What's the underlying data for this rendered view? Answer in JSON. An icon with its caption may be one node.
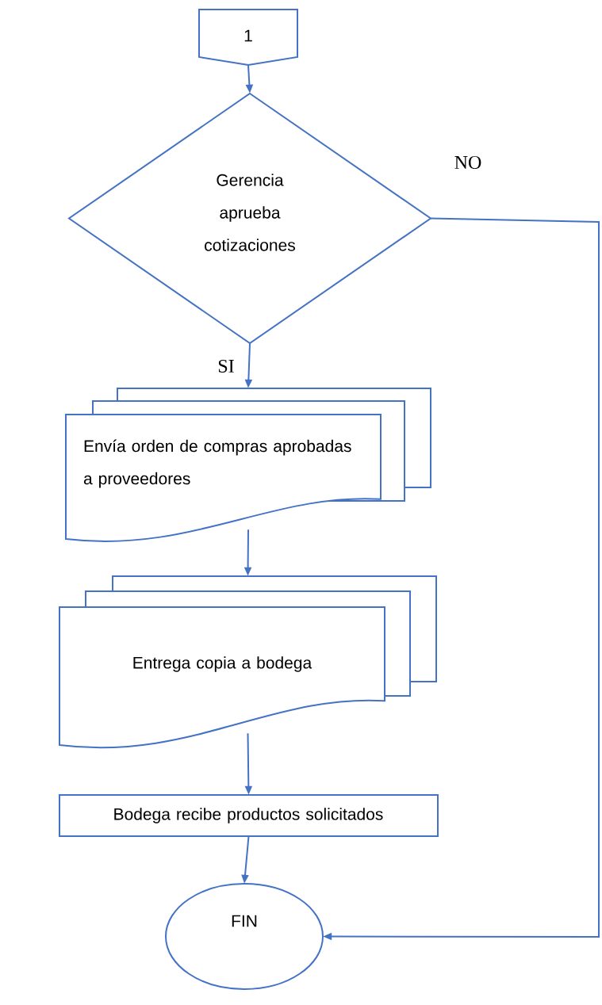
{
  "diagram": {
    "nodes": [
      {
        "text": [
          "1"
        ]
      },
      {
        "text": [
          "Gerencia aprueba cotizaciones"
        ]
      },
      {
        "text": [
          "Envía orden de compras aprobadas a proveedores"
        ]
      },
      {
        "text": [
          "Entrega copia a bodega"
        ]
      },
      {
        "text": [
          "Bodega recibe productos solicitados"
        ]
      },
      {
        "text": [
          "FIN"
        ]
      }
    ],
    "edges": [
      {
        "from": 0,
        "to": 1,
        "arrow": "to"
      },
      {
        "from": 1,
        "to": 2,
        "arrow": "to",
        "label": "SI"
      },
      {
        "from": 2,
        "to": 3,
        "arrow": "to"
      },
      {
        "from": 3,
        "to": 4,
        "arrow": "to"
      },
      {
        "from": 4,
        "to": 5,
        "arrow": "to"
      },
      {
        "from": 1,
        "to": 5,
        "arrow": "to",
        "label": "NO"
      }
    ]
  }
}
